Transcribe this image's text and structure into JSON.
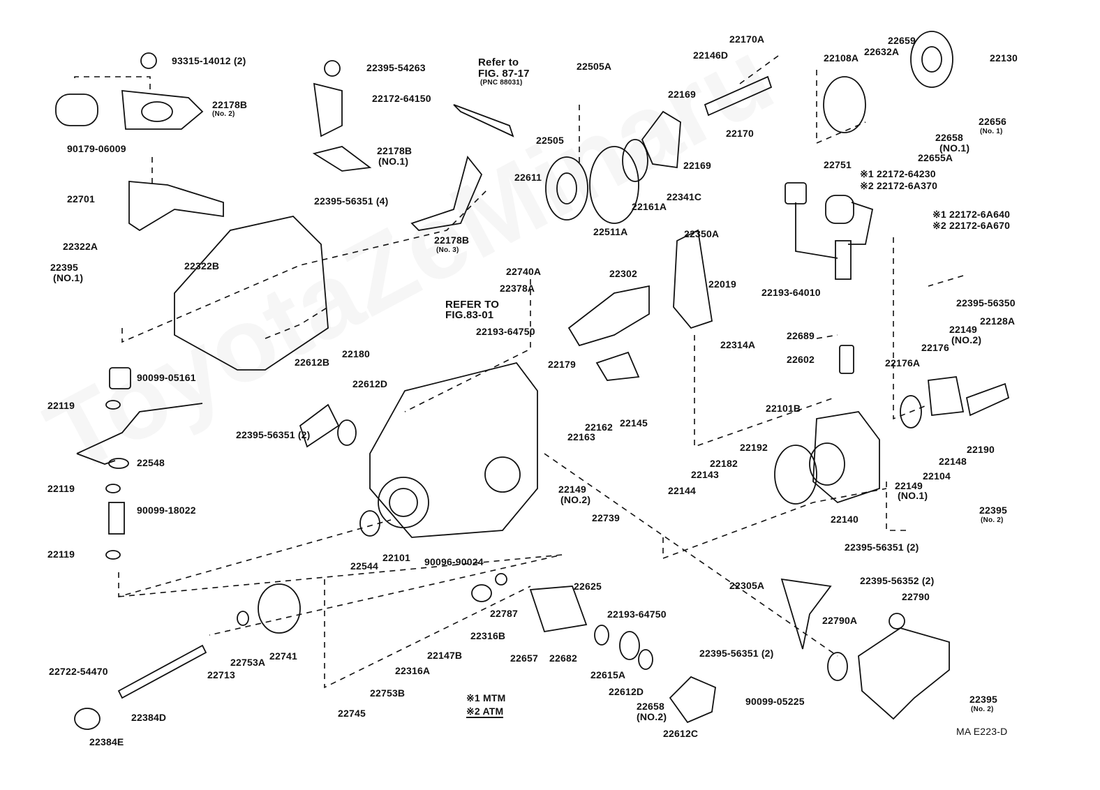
{
  "diagram": {
    "watermark": "ToyotaZeMinaru",
    "code": "MA E223-D",
    "legend": [
      "※1 MTM",
      "※2 ATM"
    ],
    "labels": [
      "93315-14012 (2)",
      "22178B",
      "(No. 2)",
      "90179-06009",
      "22701",
      "22322A",
      "22395",
      "(NO.1)",
      "22322B",
      "22395-54263",
      "22172-64150",
      "22178B",
      "(NO.1)",
      "22395-56351 (4)",
      "22178B",
      "(No. 3)",
      "Refer to",
      "FIG. 87-17",
      "(PNC 88031)",
      "22505A",
      "22505",
      "22611",
      "22511A",
      "22161A",
      "22341C",
      "22169",
      "22169",
      "22146D",
      "22170A",
      "22170",
      "22108A",
      "22632A",
      "22659",
      "22130",
      "22656",
      "(No. 1)",
      "22658",
      "(NO.1)",
      "22655A",
      "22751",
      "※1 22172-64230",
      "※2 22172-6A370",
      "※1 22172-6A640",
      "※2 22172-6A670",
      "22395-56350",
      "22350A",
      "22740A",
      "22378A",
      "22302",
      "22019",
      "22193-64010",
      "22314A",
      "22689",
      "22602",
      "REFER TO",
      "FIG.83-01",
      "22193-64750",
      "22180",
      "22612B",
      "22612D",
      "90099-05161",
      "22119",
      "22548",
      "22119",
      "90099-18022",
      "22119",
      "22395-56351 (2)",
      "22179",
      "22163",
      "22162",
      "22145",
      "22149",
      "(NO.2)",
      "22128A",
      "22176",
      "22176A",
      "22101B",
      "22192",
      "22182",
      "22143",
      "22144",
      "22149",
      "(NO.1)",
      "22104",
      "22148",
      "22190",
      "22395",
      "(No. 2)",
      "22140",
      "22149",
      "(NO.2)",
      "22739",
      "22544",
      "22101",
      "90096-90024",
      "22395-56351 (2)",
      "22305A",
      "22395-56352 (2)",
      "22790",
      "22790A",
      "22625",
      "22193-64750",
      "22787",
      "22316B",
      "22657",
      "22682",
      "22615A",
      "22147B",
      "22316A",
      "22753B",
      "22745",
      "22612D",
      "22658",
      "(NO.2)",
      "22395-56351 (2)",
      "90099-05225",
      "22612C",
      "22741",
      "22753A",
      "22713",
      "22722-54470",
      "22384D",
      "22384E",
      "22395",
      "(No. 2)"
    ]
  }
}
